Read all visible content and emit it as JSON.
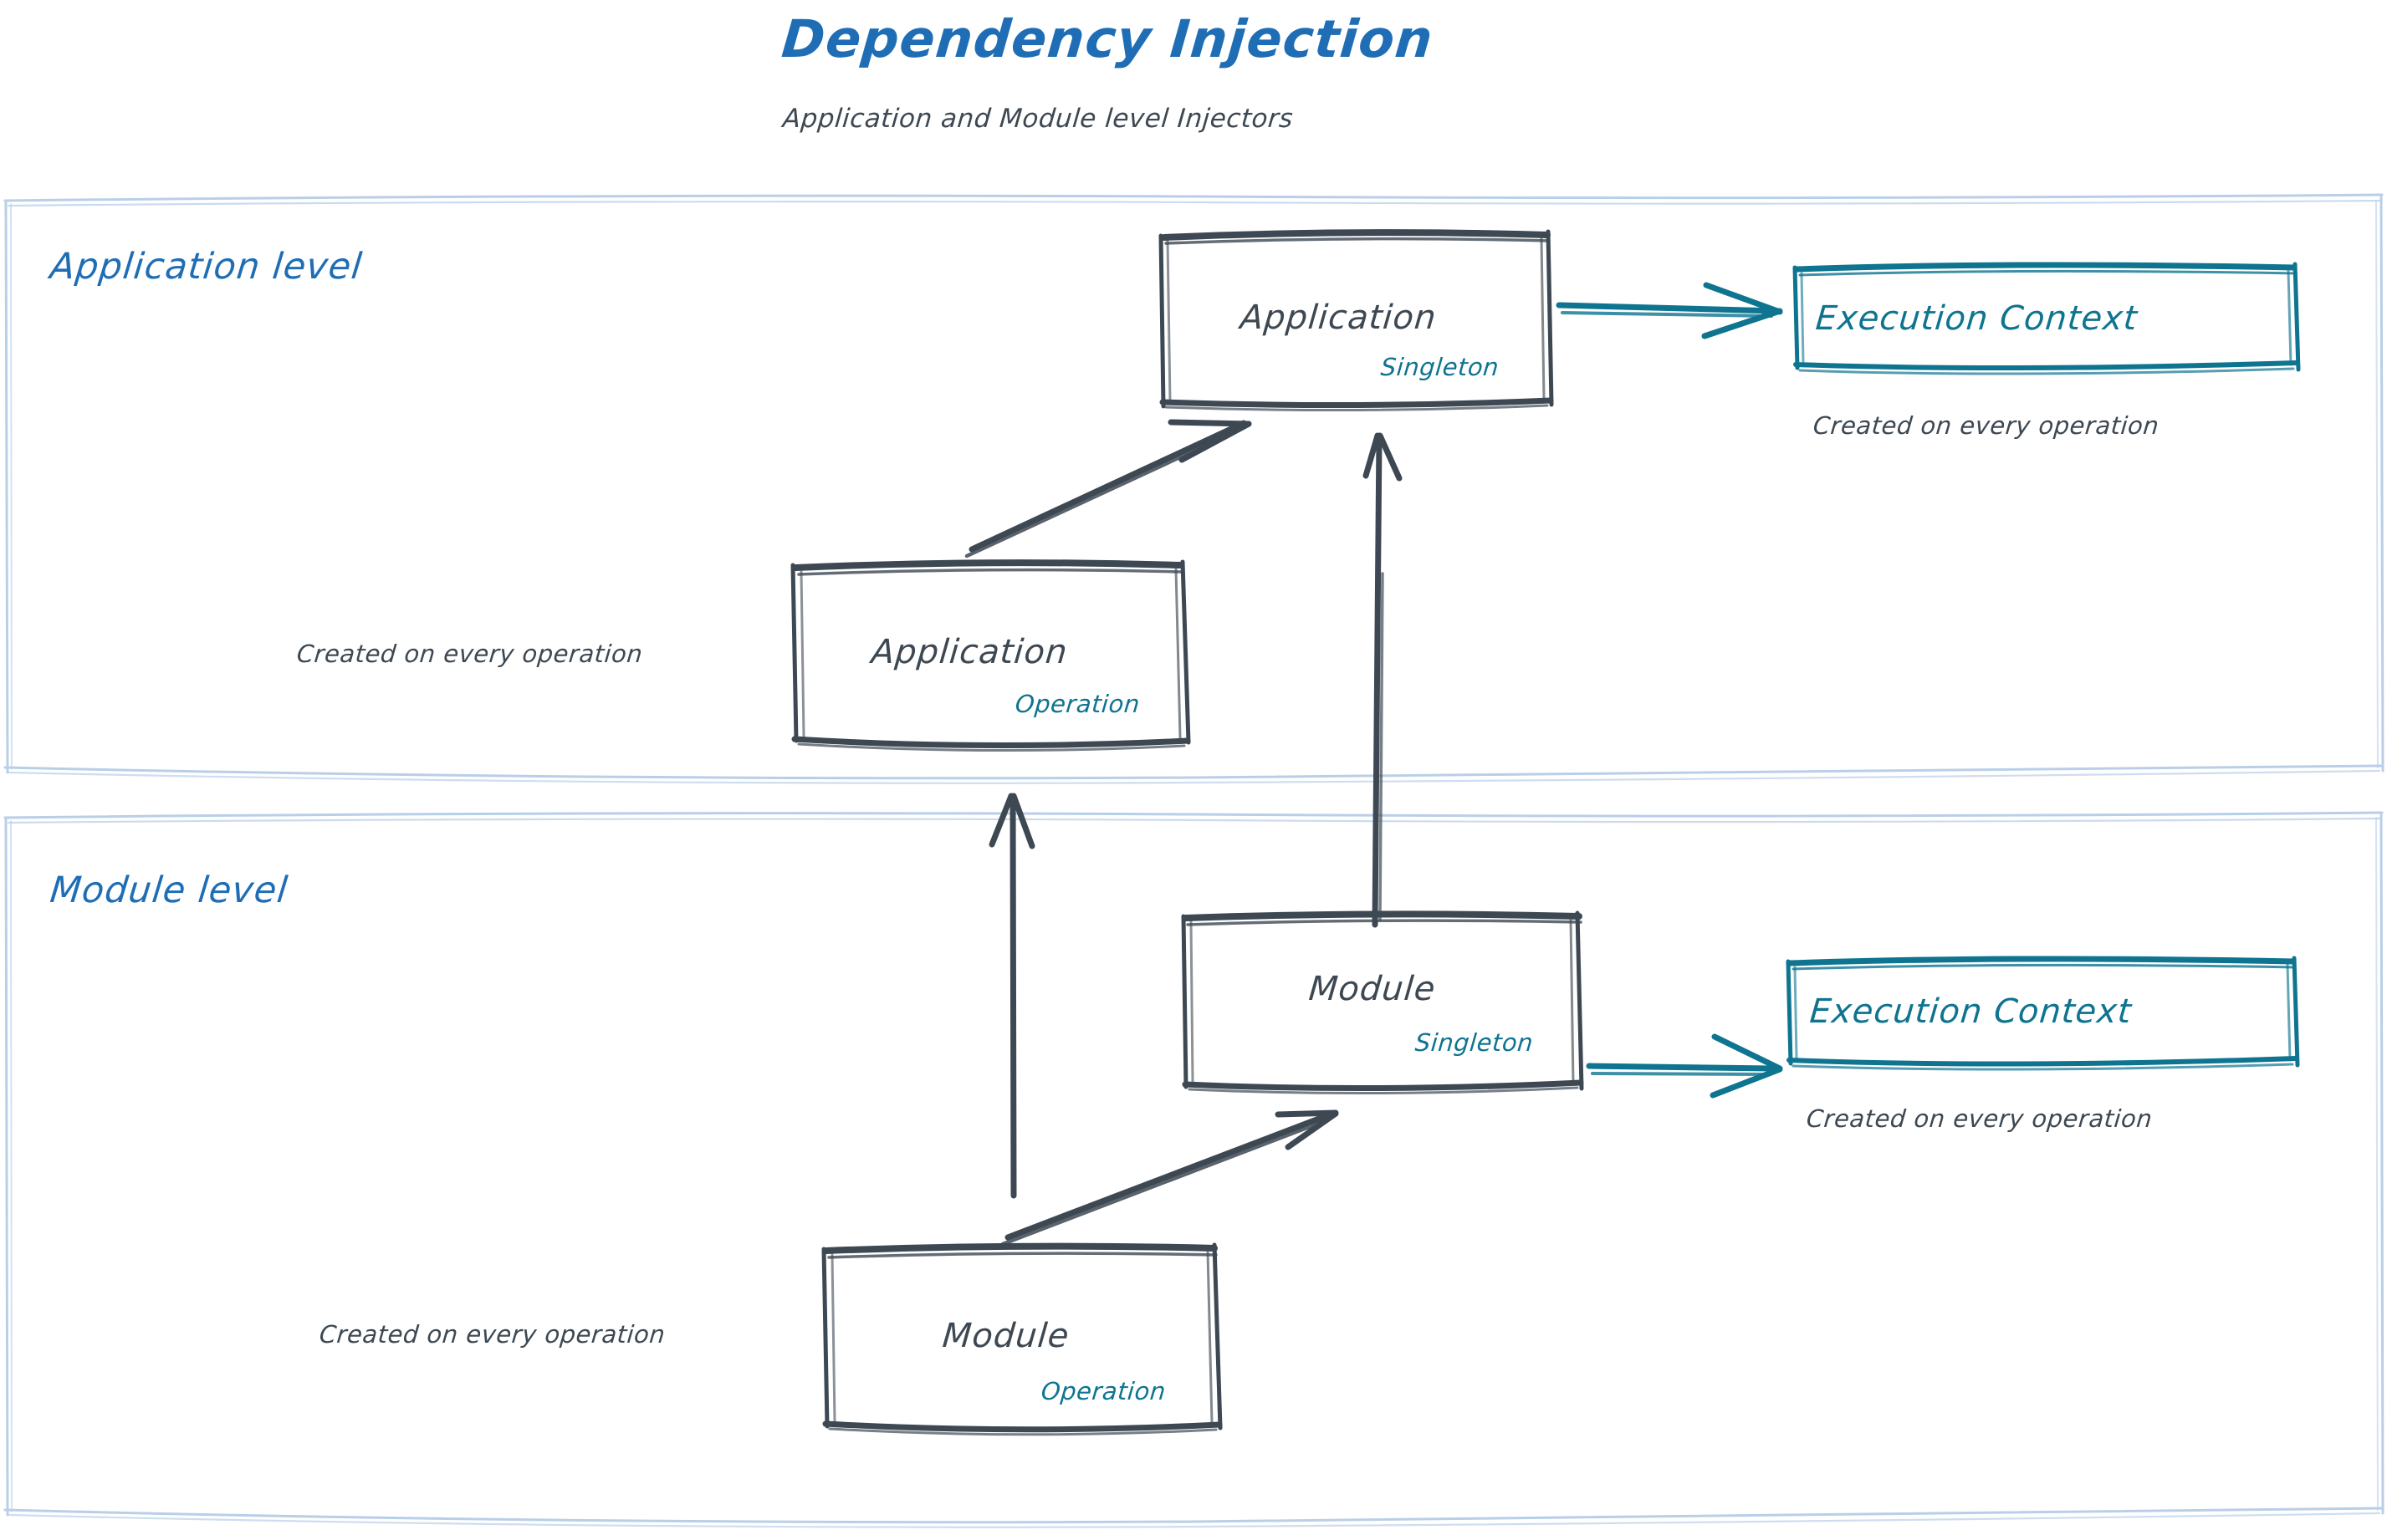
{
  "header": {
    "title": "Dependency Injection",
    "subtitle": "Application and Module level Injectors"
  },
  "colors": {
    "title_blue": "#1f6eb5",
    "panel_border": "#b9cfe8",
    "ink_dark": "#3d4852",
    "teal": "#0e7490",
    "background": "#ffffff"
  },
  "panels": [
    {
      "id": "application-level",
      "title": "Application level"
    },
    {
      "id": "module-level",
      "title": "Module level"
    }
  ],
  "nodes": {
    "app_singleton": {
      "title": "Application",
      "scope": "Singleton"
    },
    "app_operation": {
      "title": "Application",
      "scope": "Operation"
    },
    "module_singleton": {
      "title": "Module",
      "scope": "Singleton"
    },
    "module_operation": {
      "title": "Module",
      "scope": "Operation"
    },
    "app_execution_context": {
      "title": "Execution Context"
    },
    "module_execution_context": {
      "title": "Execution Context"
    }
  },
  "notes": {
    "app_ec_note": "Created on every operation",
    "app_operation_note": "Created on every operation",
    "module_ec_note": "Created on every operation",
    "module_operation_note": "Created on every operation"
  },
  "edges": [
    {
      "id": "app-singleton-to-app-ec",
      "from": "app_singleton",
      "to": "app_execution_context",
      "color": "teal"
    },
    {
      "id": "app-operation-to-app-singleton",
      "from": "app_operation",
      "to": "app_singleton",
      "color": "ink"
    },
    {
      "id": "module-singleton-to-app-singleton",
      "from": "module_singleton",
      "to": "app_singleton",
      "color": "ink"
    },
    {
      "id": "module-operation-to-app-operation",
      "from": "module_operation",
      "to": "app_operation",
      "color": "ink"
    },
    {
      "id": "module-operation-to-module-singleton",
      "from": "module_operation",
      "to": "module_singleton",
      "color": "ink"
    },
    {
      "id": "module-singleton-to-module-ec",
      "from": "module_singleton",
      "to": "module_execution_context",
      "color": "teal"
    }
  ]
}
